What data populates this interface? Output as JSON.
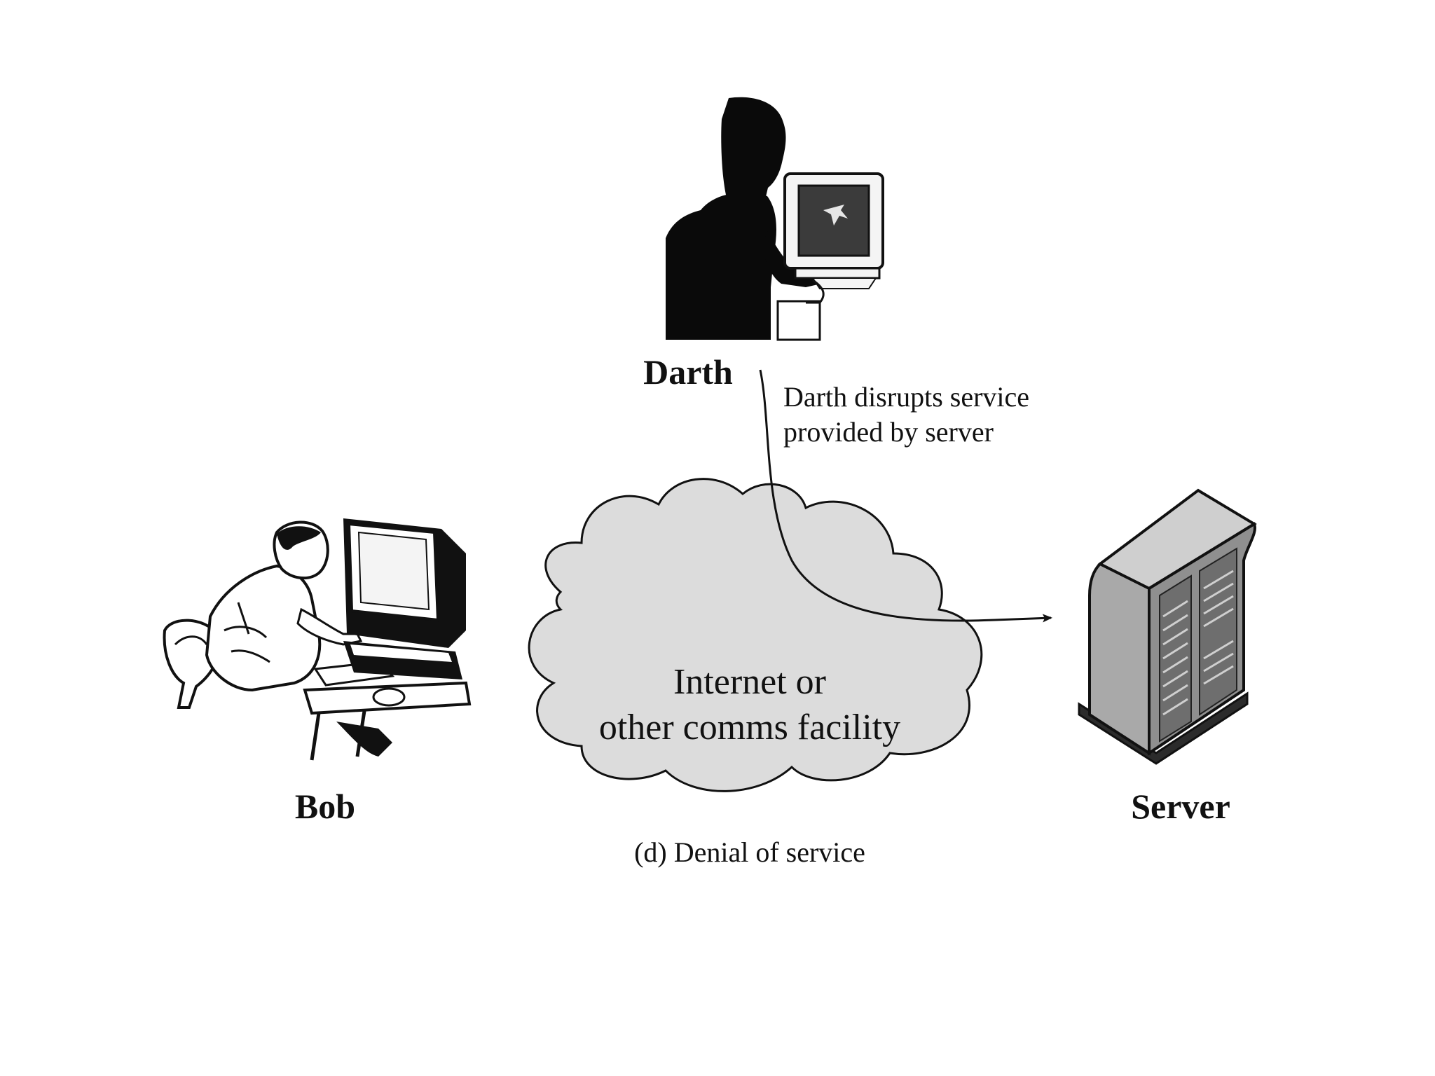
{
  "nodes": {
    "darth": {
      "label": "Darth",
      "icon": "attacker-silhouette-icon"
    },
    "bob": {
      "label": "Bob",
      "icon": "user-at-computer-icon"
    },
    "server": {
      "label": "Server",
      "icon": "server-tower-icon"
    }
  },
  "network": {
    "label_line1": "Internet or",
    "label_line2": "other comms facility",
    "icon": "cloud-icon",
    "fill_color": "#dcdcdc"
  },
  "attack": {
    "annotation_line1": "Darth disrupts service",
    "annotation_line2": "provided by server"
  },
  "caption": "(d) Denial of service"
}
